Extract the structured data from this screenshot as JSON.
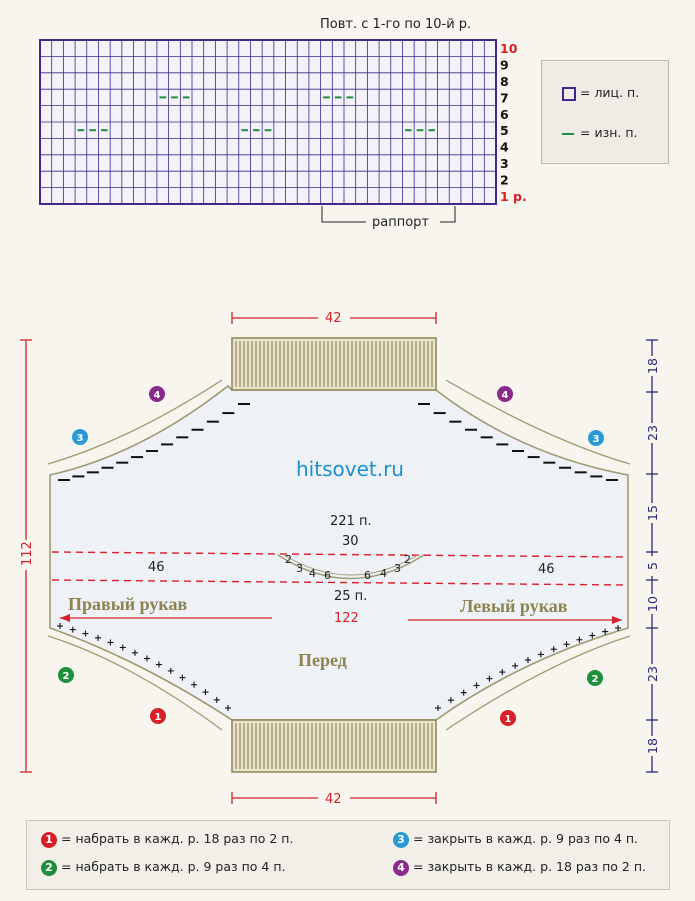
{
  "chart_header": "Повт. с 1-го по 10-й р.",
  "row_labels": [
    "10",
    "9",
    "8",
    "7",
    "6",
    "5",
    "4",
    "3",
    "2",
    "1 р."
  ],
  "rapport_label": "раппорт",
  "legend": {
    "knit": "= лиц. п.",
    "purl": "= изн. п."
  },
  "watermark": "hitsovet.ru",
  "dimensions": {
    "top_width": "42",
    "bottom_width": "42",
    "total_height": "112",
    "right_segments": [
      "18",
      "23",
      "15",
      "5",
      "10",
      "23",
      "18"
    ]
  },
  "labels": {
    "stitches_total": "221 п.",
    "neck_center": "30",
    "left_part": "46",
    "right_part": "46",
    "neck_bottom": "25 п.",
    "center_width": "122",
    "right_sleeve": "Правый рукав",
    "left_sleeve": "Левый рукав",
    "front": "Перед",
    "neck_left_steps": [
      "2",
      "3",
      "4",
      "6"
    ],
    "neck_right_steps": [
      "6",
      "4",
      "3",
      "2"
    ]
  },
  "markers": [
    "4",
    "3",
    "1",
    "2"
  ],
  "instructions": [
    {
      "num": "1",
      "text": "= набрать в кажд. р. 18 раз по 2 п.",
      "color": "#d6202a"
    },
    {
      "num": "2",
      "text": "= набрать в кажд. р. 9 раз по 4 п.",
      "color": "#1e8f3c"
    },
    {
      "num": "3",
      "text": "= закрыть в кажд. р. 9 раз по 4 п.",
      "color": "#2a9ad6"
    },
    {
      "num": "4",
      "text": "= закрыть в кажд. р. 18 раз по 2 п.",
      "color": "#8a2a8a"
    }
  ],
  "colors": {
    "grid": "#3d2a8a",
    "red": "#d6202a",
    "navy": "#2a2a7a",
    "olive": "#8c8450",
    "marker_1": "#d6202a",
    "marker_2": "#1e8f3c",
    "marker_3": "#2a9ad6",
    "marker_4": "#8a2a8a"
  }
}
